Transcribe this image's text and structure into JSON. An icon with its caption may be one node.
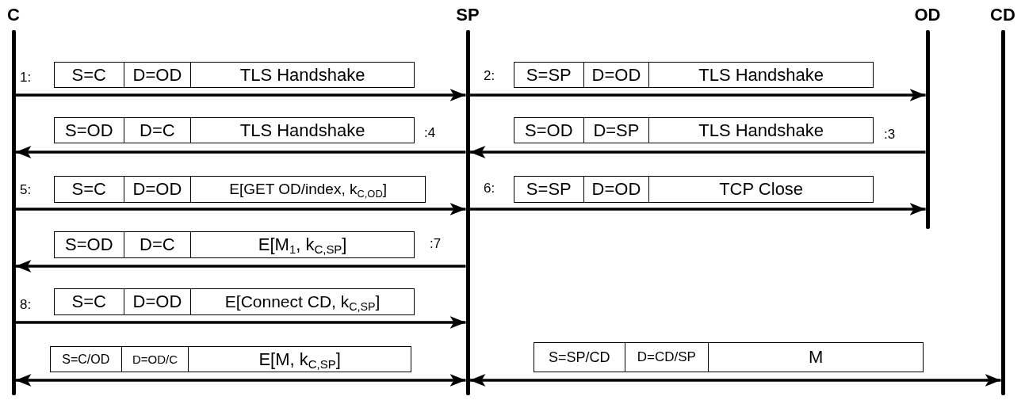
{
  "diagram": {
    "nodes": [
      {
        "text": [
          "C"
        ]
      },
      {
        "text": [
          "SP"
        ]
      },
      {
        "text": [
          "OD"
        ]
      },
      {
        "text": [
          "CD"
        ]
      },
      {
        "text": [
          "S=C",
          "D=OD",
          "TLS Handshake"
        ]
      },
      {
        "text": [
          "S=SP",
          "D=OD",
          "TLS Handshake"
        ]
      },
      {
        "text": [
          "S=OD",
          "D=C",
          "TLS Handshake"
        ]
      },
      {
        "text": [
          "S=OD",
          "D=SP",
          "TLS Handshake"
        ]
      },
      {
        "text": [
          "S=C",
          "D=OD",
          "E[GET OD/index, k$_{C,OD}$]"
        ]
      },
      {
        "text": [
          "S=SP",
          "D=OD",
          "TCP Close"
        ]
      },
      {
        "text": [
          "S=OD",
          "D=C",
          "E[M$_{1}$, k$_{C,SP}$]"
        ]
      },
      {
        "text": [
          "S=C",
          "D=OD",
          "E[Connect CD, k$_{C,SP}$]"
        ]
      },
      {
        "text": [
          "S=C/OD",
          "D=OD/C",
          "E[M, k$_{C,SP}$]"
        ]
      },
      {
        "text": [
          "S=SP/CD",
          "D=CD/SP",
          "M"
        ]
      }
    ],
    "edges": [
      {
        "from": 0,
        "to": 1,
        "arrow": "to"
      },
      {
        "from": 1,
        "to": 2,
        "arrow": "to"
      },
      {
        "from": 2,
        "to": 1,
        "arrow": "to"
      },
      {
        "from": 1,
        "to": 0,
        "arrow": "to"
      },
      {
        "from": 0,
        "to": 1,
        "arrow": "to"
      },
      {
        "from": 1,
        "to": 2,
        "arrow": "to"
      },
      {
        "from": 1,
        "to": 0,
        "arrow": "to"
      },
      {
        "from": 0,
        "to": 1,
        "arrow": "to"
      },
      {
        "from": 0,
        "to": 1,
        "arrow": "both"
      },
      {
        "from": 1,
        "to": 3,
        "arrow": "both"
      }
    ],
    "labels": [
      "1:",
      "2:",
      ":4",
      ":3",
      "5:",
      "6:",
      ":7",
      "8:"
    ]
  }
}
